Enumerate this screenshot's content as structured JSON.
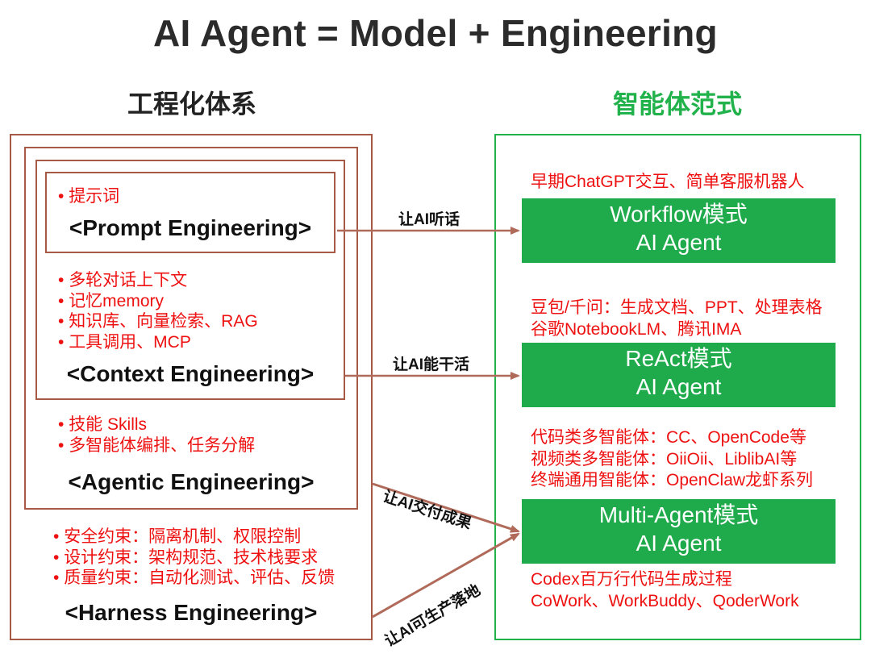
{
  "title": "AI Agent = Model + Engineering",
  "left_heading": "工程化体系",
  "right_heading": "智能体范式",
  "engineering": {
    "prompt": {
      "label": "<Prompt Engineering>",
      "bullets": [
        "提示词"
      ]
    },
    "context": {
      "label": "<Context Engineering>",
      "bullets": [
        "多轮对话上下文",
        "记忆memory",
        "知识库、向量检索、RAG",
        "工具调用、MCP"
      ]
    },
    "agentic": {
      "label": "<Agentic Engineering>",
      "bullets": [
        "技能 Skills",
        "多智能体编排、任务分解"
      ]
    },
    "harness": {
      "label": "<Harness Engineering>",
      "bullets": [
        "安全约束：隔离机制、权限控制",
        "设计约束：架构规范、技术栈要求",
        "质量约束：自动化测试、评估、反馈"
      ]
    }
  },
  "arrows": {
    "listen": "让AI听话",
    "work": "让AI能干活",
    "deliver": "让AI交付成果",
    "production": "让AI可生产落地"
  },
  "paradigms": {
    "workflow": {
      "line1": "Workflow模式",
      "line2": "AI Agent",
      "examples": [
        "早期ChatGPT交互、简单客服机器人"
      ]
    },
    "react": {
      "line1": "ReAct模式",
      "line2": "AI Agent",
      "examples": [
        "豆包/千问：生成文档、PPT、处理表格",
        "谷歌NotebookLM、腾讯IMA"
      ]
    },
    "multi": {
      "line1": "Multi-Agent模式",
      "line2": "AI Agent",
      "examples_above": [
        "代码类多智能体：CC、OpenCode等",
        "视频类多智能体：OiiOii、LiblibAI等",
        "终端通用智能体：OpenClaw龙虾系列"
      ],
      "examples_below": [
        "Codex百万行代码生成过程",
        "CoWork、WorkBuddy、QoderWork"
      ]
    }
  },
  "colors": {
    "brown": "#a65a46",
    "green": "#22b24c",
    "green_fill": "#1faa4b",
    "red_text": "#ee1111"
  }
}
